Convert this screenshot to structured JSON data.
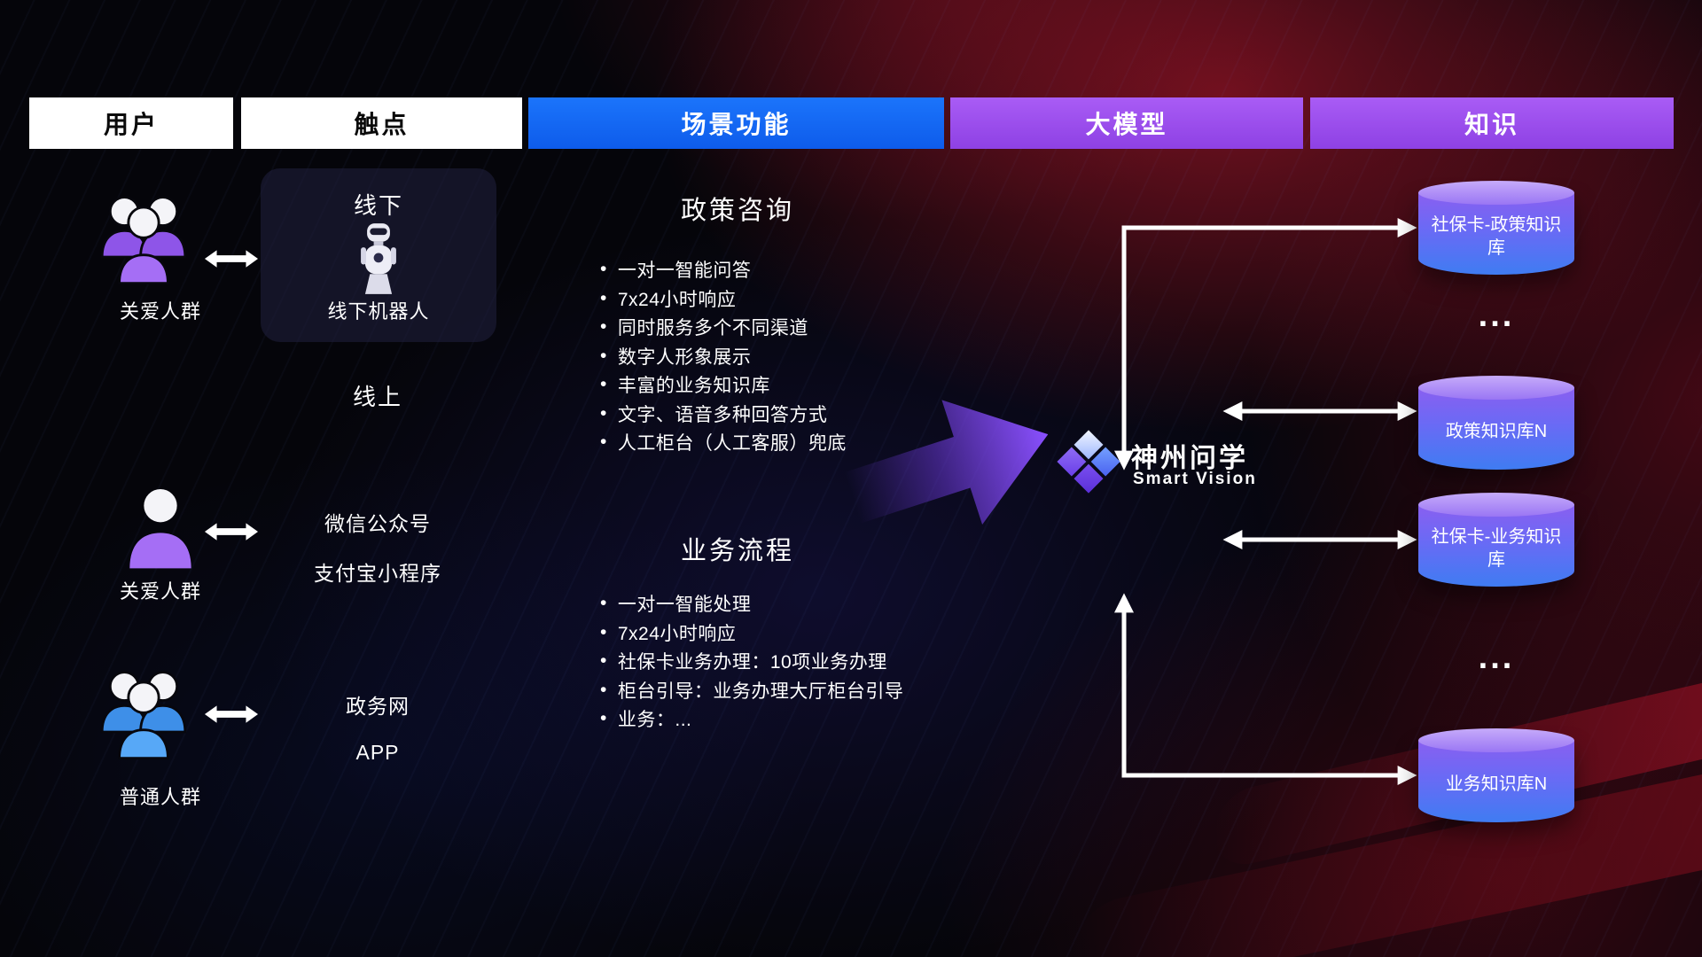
{
  "headers": [
    {
      "label": "用户"
    },
    {
      "label": "触点"
    },
    {
      "label": "场景功能"
    },
    {
      "label": "大模型"
    },
    {
      "label": "知识"
    }
  ],
  "users": [
    {
      "label": "关爱人群"
    },
    {
      "label": "关爱人群"
    },
    {
      "label": "普通人群"
    }
  ],
  "touchpoints": {
    "offline_title": "线下",
    "offline_robot_caption": "线下机器人",
    "online_title": "线上",
    "channels": [
      "微信公众号",
      "支付宝小程序",
      "政务网",
      "APP"
    ]
  },
  "scenarios": [
    {
      "title": "政策咨询",
      "items": [
        "一对一智能问答",
        "7x24小时响应",
        "同时服务多个不同渠道",
        "数字人形象展示",
        "丰富的业务知识库",
        "文字、语音多种回答方式",
        "人工柜台（人工客服）兜底"
      ]
    },
    {
      "title": "业务流程",
      "items": [
        "一对一智能处理",
        "7x24小时响应",
        "社保卡业务办理：10项业务办理",
        "柜台引导：业务办理大厅柜台引导",
        "业务：..."
      ]
    }
  ],
  "model": {
    "name": "神州问学",
    "subtitle": "Smart Vision"
  },
  "knowledge": {
    "bases": [
      {
        "label": "社保卡-政策知识库"
      },
      {
        "label": "政策知识库N"
      },
      {
        "label": "社保卡-业务知识库"
      },
      {
        "label": "业务知识库N"
      }
    ],
    "ellipsis": "..."
  },
  "colors": {
    "accent_blue": "#1266f0",
    "accent_purple": "#9d50ef",
    "flow_arrow_purple": "#8a50ff",
    "user_purple": "#9f66f2",
    "user_blue": "#53a4f5",
    "cylinder_top": "#b99cf8",
    "cylinder_body_top": "#8a5ff0",
    "cylinder_body_bottom": "#3f7cf2",
    "background_red": "#a0122e",
    "white": "#ffffff"
  }
}
